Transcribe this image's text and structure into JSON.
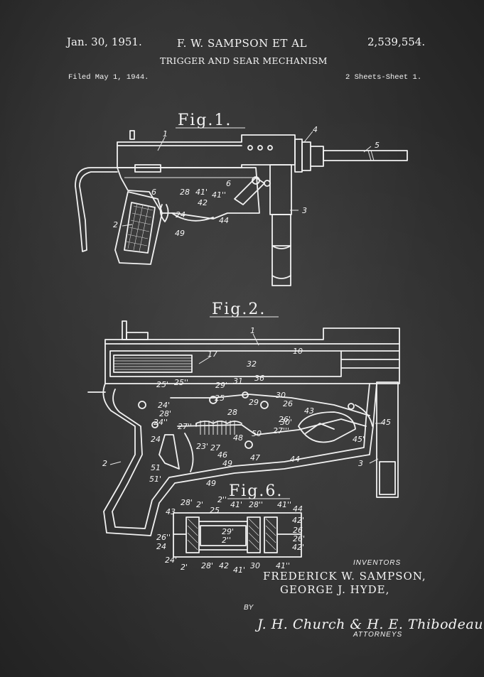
{
  "header": {
    "date": "Jan. 30, 1951.",
    "title": "F. W. SAMPSON ET AL",
    "number": "2,539,554.",
    "subtitle": "TRIGGER AND SEAR MECHANISM",
    "filed": "Filed May 1, 1944.",
    "sheets": "2 Sheets-Sheet 1."
  },
  "figures": {
    "fig1": {
      "title": "Fig.1.",
      "labels": [
        "1",
        "4",
        "5",
        "6",
        "6",
        "28",
        "41'",
        "41''",
        "42",
        "24",
        "2",
        "49",
        "44",
        "3"
      ]
    },
    "fig2": {
      "title": "Fig.2.",
      "labels": [
        "1",
        "10",
        "17",
        "32",
        "31",
        "36",
        "25'",
        "25''",
        "29'",
        "25",
        "28",
        "29",
        "30",
        "26",
        "26'",
        "24'",
        "28'",
        "24''",
        "27''",
        "30'",
        "27'''",
        "43",
        "45",
        "45'",
        "24",
        "23'",
        "27",
        "46",
        "48",
        "50",
        "49",
        "47",
        "44",
        "3",
        "2",
        "51",
        "51'",
        "49"
      ]
    },
    "fig6": {
      "title": "Fig.6.",
      "labels": [
        "28'",
        "2'",
        "2''",
        "41'",
        "28''",
        "41''",
        "44",
        "43",
        "25",
        "42'",
        "26",
        "26''",
        "29'",
        "2''",
        "26'",
        "24",
        "42'",
        "24'",
        "2'",
        "28'",
        "42",
        "30",
        "41''",
        "41'"
      ]
    }
  },
  "footer": {
    "inventors_label": "INVENTORS",
    "inventor_1": "FREDERICK W. SAMPSON,",
    "inventor_2": "GEORGE J. HYDE,",
    "by": "BY",
    "signature": "J. H. Church & H. E. Thibodeau",
    "attorneys_label": "ATTORNEYS"
  }
}
